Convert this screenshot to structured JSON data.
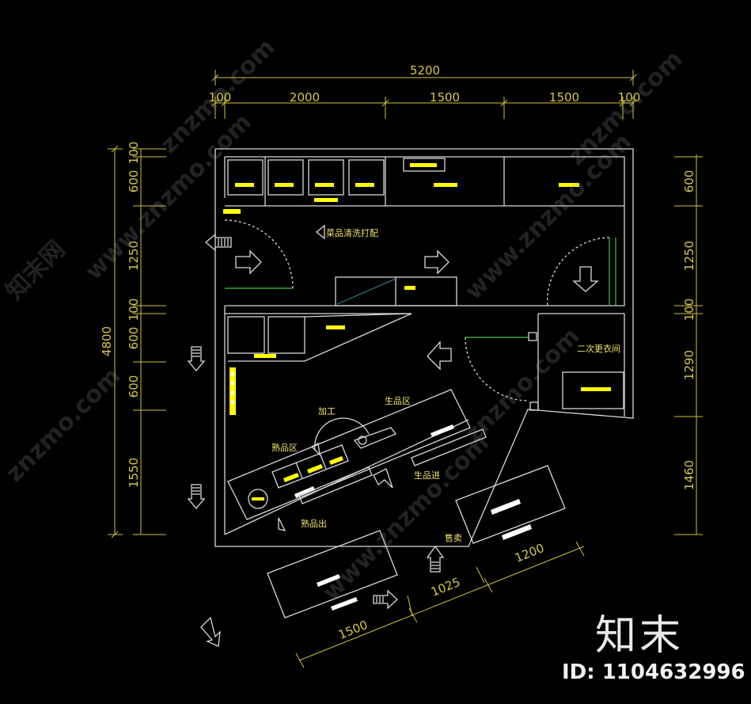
{
  "dimensions": {
    "top_total": "5200",
    "top_segments": [
      "100",
      "2000",
      "1500",
      "1500",
      "100"
    ],
    "left_total": "4800",
    "left_segments": [
      "100",
      "600",
      "1250",
      "100",
      "600",
      "600",
      "1550"
    ],
    "right_segments": [
      "600",
      "1250",
      "100",
      "1290",
      "1460"
    ],
    "bottom_segments": [
      "1500",
      "1025",
      "1200"
    ]
  },
  "labels": {
    "veg_wash": "菜品清洗打配",
    "changing_room": "二次更衣间",
    "processing": "加工",
    "raw_zone": "生品区",
    "cooked_zone": "熟品区",
    "raw_in": "生品进",
    "cooked_out": "熟品出",
    "selling": "售卖"
  },
  "watermark": {
    "site": "znzmo.com",
    "site_www": "www.znzmo.com",
    "brand_cn": "知末网"
  },
  "brand": "知末",
  "drawing_id": "ID: 1104632996",
  "colors": {
    "background": "#000000",
    "wall": "#d8d8d8",
    "dimension": "#cfc238",
    "highlight": "#ffff00",
    "door": "#47c24a"
  }
}
